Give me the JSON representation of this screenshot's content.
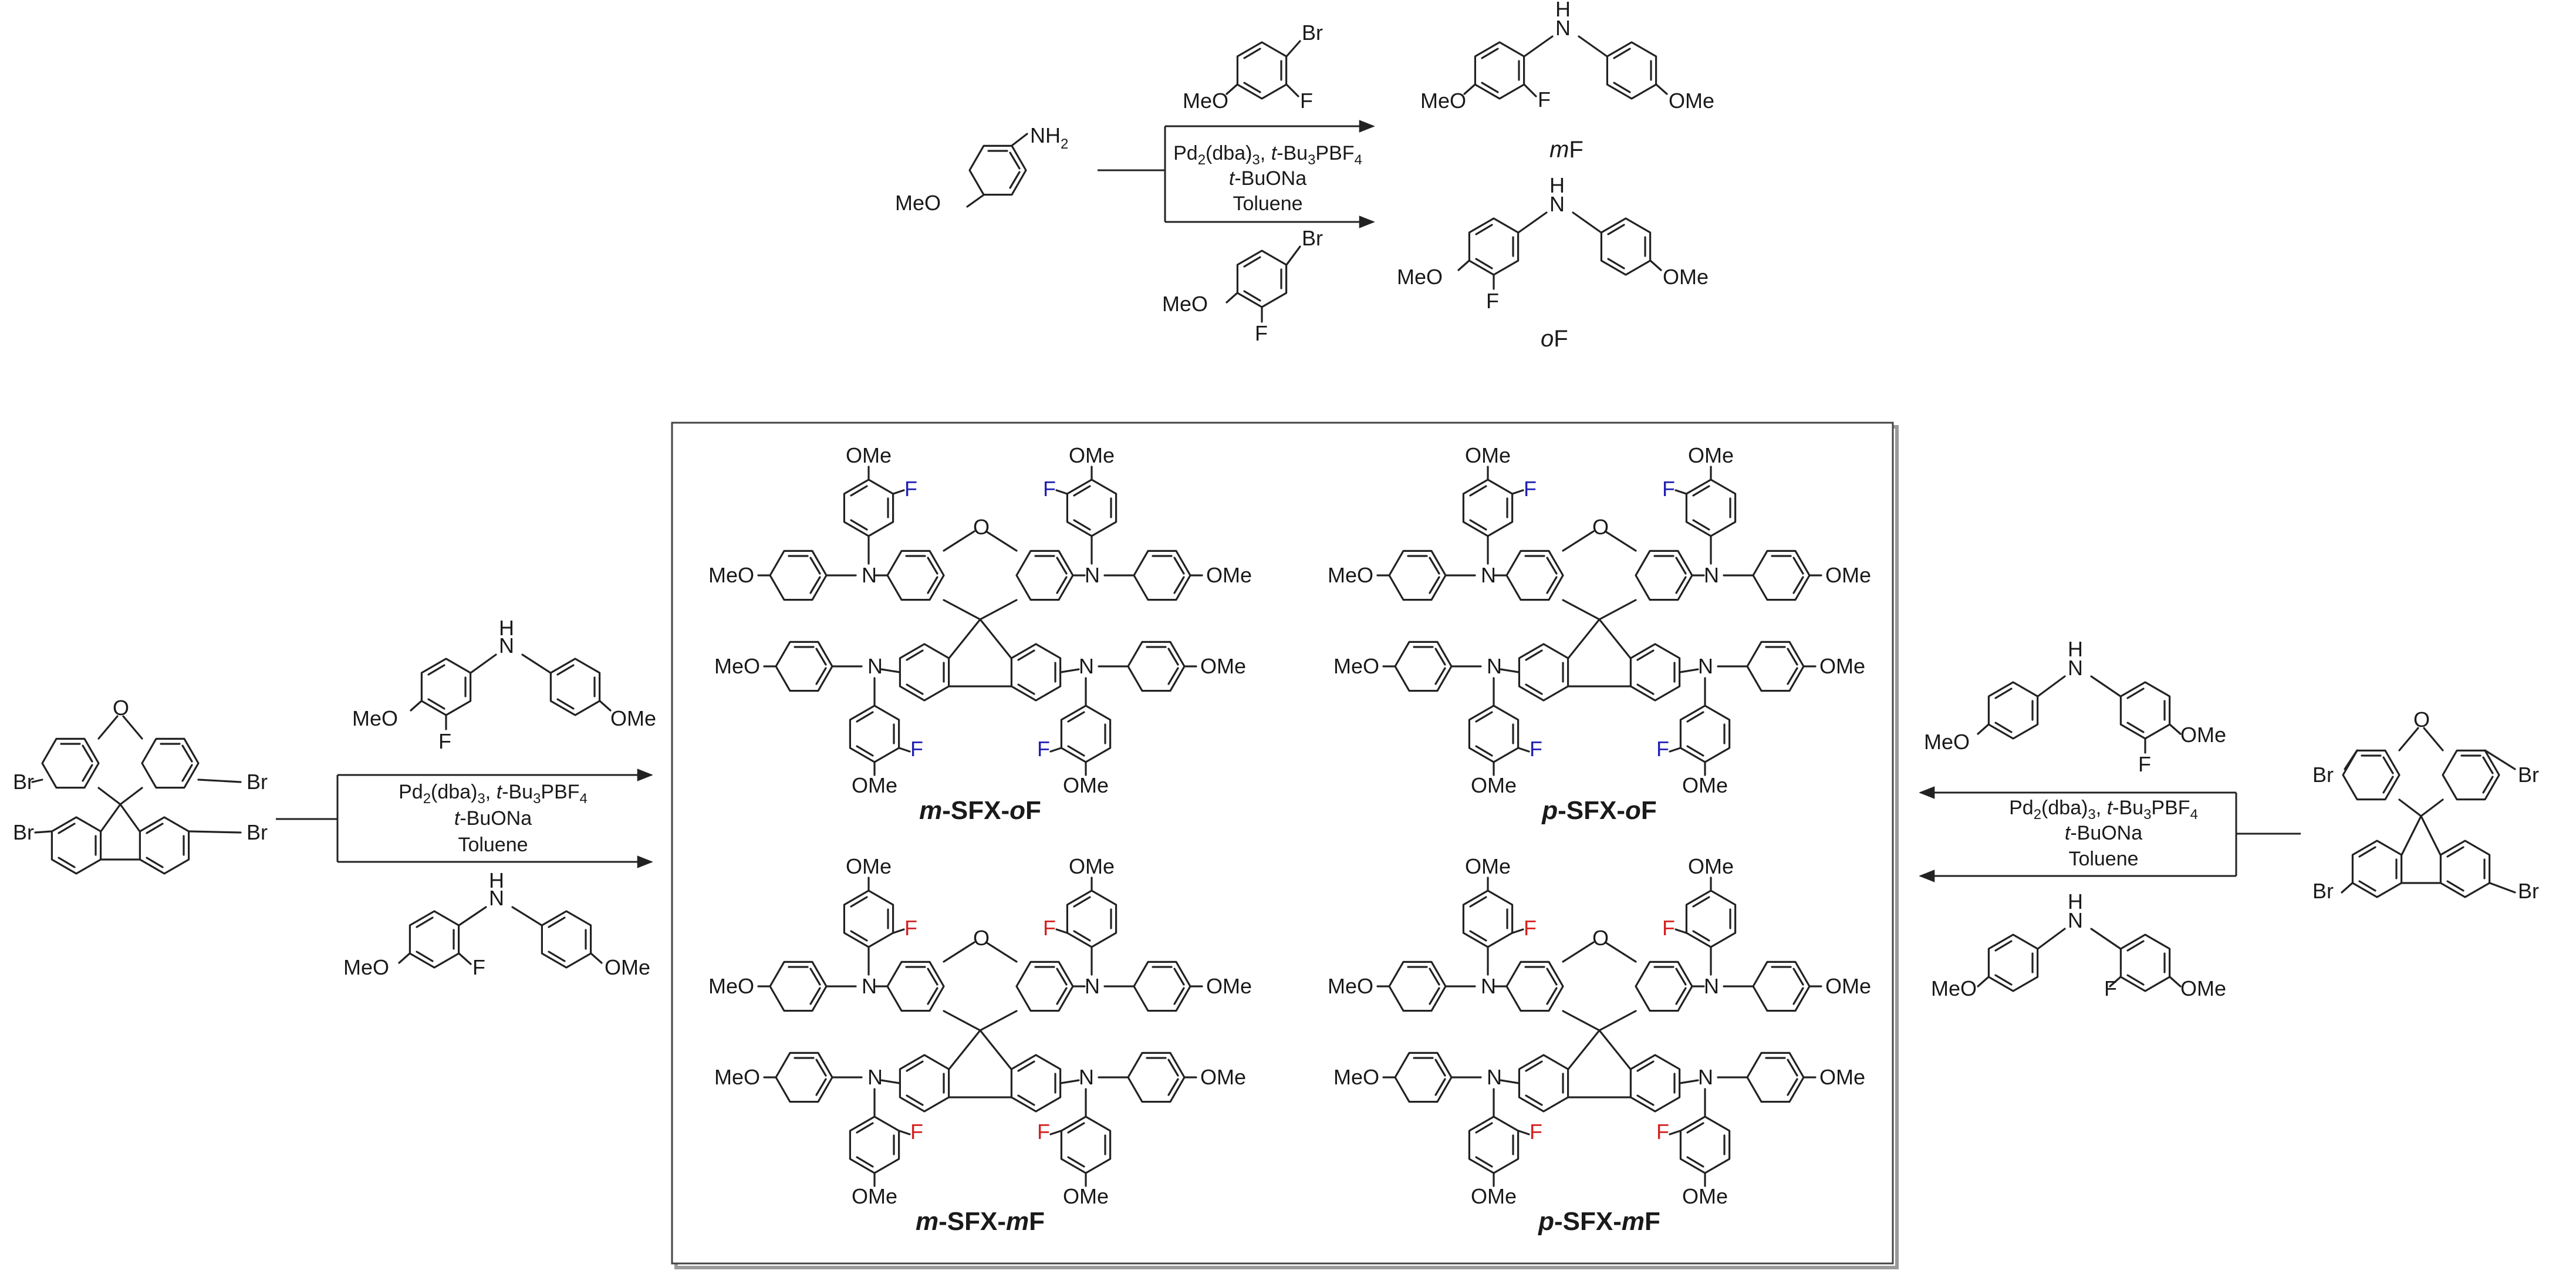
{
  "colors": {
    "ink": "#1a1a1a",
    "ortho_fluorine": "#1f1fb4",
    "meta_fluorine": "#d42020",
    "box_border": "#444444",
    "box_shadow": "#9a9a9a"
  },
  "reagents": {
    "nh2": "NH",
    "nh2_sub": "2",
    "meo": "MeO",
    "ome": "OMe",
    "br": "Br",
    "f": "F",
    "nh_h": "H",
    "n": "N",
    "o": "O"
  },
  "conditions": {
    "line1_pd": "Pd",
    "line1_pd_sub": "2",
    "line1_dba": "(dba)",
    "line1_dba_sub": "3",
    "line1_sep": ", ",
    "line1_tbu_italic": "t",
    "line1_tbu_rest": "-Bu",
    "line1_tbu_sub": "3",
    "line1_pbf": "PBF",
    "line1_pbf_sub": "4",
    "line2_italic": "t",
    "line2_rest": "-BuONa",
    "line3": "Toluene"
  },
  "top_products": {
    "mF_italic": "m",
    "mF_rest": "F",
    "oF_italic": "o",
    "oF_rest": "F"
  },
  "compounds": [
    {
      "prefix": "m",
      "core": "-SFX-",
      "suffix_italic": "o",
      "suffix_rest": "F"
    },
    {
      "prefix": "p",
      "core": "-SFX-",
      "suffix_italic": "o",
      "suffix_rest": "F"
    },
    {
      "prefix": "m",
      "core": "-SFX-",
      "suffix_italic": "m",
      "suffix_rest": "F"
    },
    {
      "prefix": "p",
      "core": "-SFX-",
      "suffix_italic": "m",
      "suffix_rest": "F"
    }
  ]
}
